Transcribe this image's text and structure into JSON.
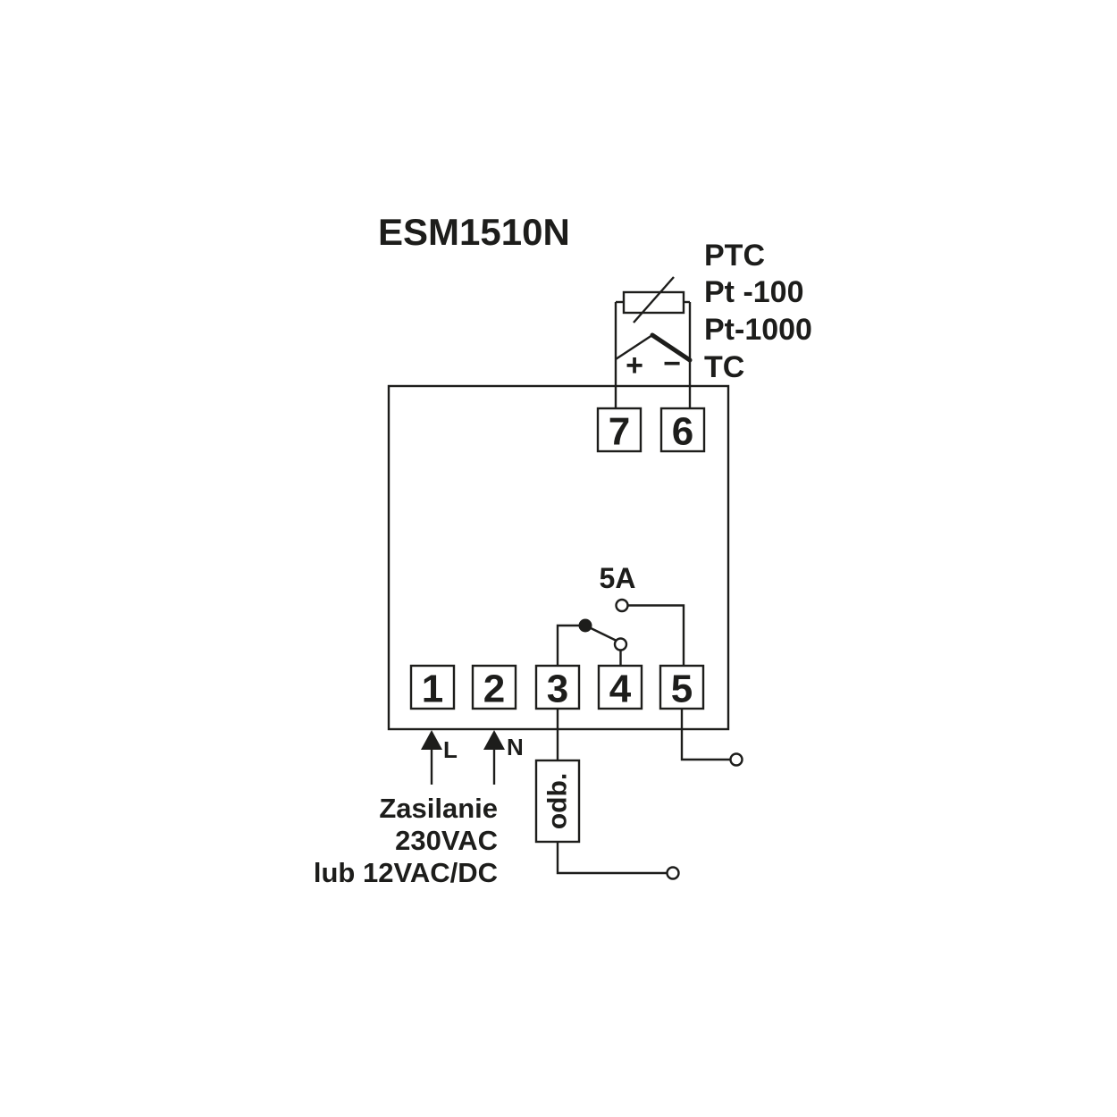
{
  "title": "ESM1510N",
  "sensor": {
    "types": [
      "PTC",
      "Pt -100",
      "Pt-1000",
      "TC"
    ],
    "polarity": {
      "plus": "+",
      "minus": "−"
    }
  },
  "terminals": {
    "top": [
      "7",
      "6"
    ],
    "bottom": [
      "1",
      "2",
      "3",
      "4",
      "5"
    ]
  },
  "relay": {
    "rating": "5A"
  },
  "power": {
    "line_label": "L",
    "neutral_label": "N",
    "caption": [
      "Zasilanie",
      "230VAC",
      "lub 12VAC/DC"
    ]
  },
  "load": {
    "label": "odb."
  },
  "colors": {
    "ink": "#1d1d1b",
    "background": "#ffffff"
  }
}
